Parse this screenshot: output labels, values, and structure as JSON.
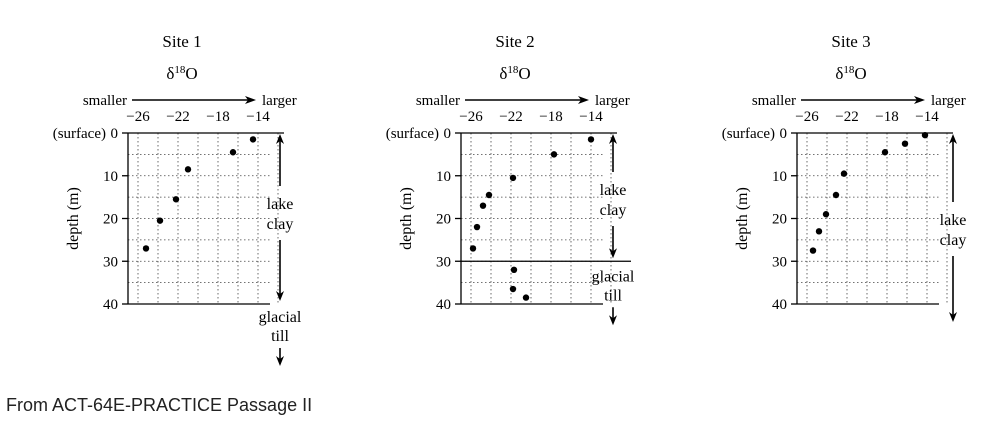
{
  "caption": "From ACT-64E-PRACTICE Passage II",
  "shared": {
    "variable_label": "δ¹⁸O",
    "smaller_label": "smaller",
    "larger_label": "larger",
    "ylabel": "depth (m)",
    "surface_label": "(surface)",
    "lake_clay_lines": [
      "lake",
      "clay"
    ],
    "glacial_till_lines": [
      "glacial",
      "till"
    ]
  },
  "chart_data": [
    {
      "type": "scatter",
      "title": "Site 1",
      "x_ticks": [
        -26,
        -22,
        -18,
        -14
      ],
      "x_tick_labels": [
        "−26",
        "−22",
        "−18",
        "−14"
      ],
      "xlim": [
        -27,
        -12
      ],
      "y_ticks": [
        0,
        10,
        20,
        30,
        40
      ],
      "ylim": [
        0,
        40
      ],
      "xlabel": "δ¹⁸O",
      "ylabel": "depth (m)",
      "points": [
        {
          "x": -14.5,
          "y": 1.5
        },
        {
          "x": -16.5,
          "y": 4.5
        },
        {
          "x": -21,
          "y": 8.5
        },
        {
          "x": -22.2,
          "y": 15.5
        },
        {
          "x": -23.8,
          "y": 20.5
        },
        {
          "x": -25.2,
          "y": 27
        }
      ],
      "lake_clay_range": [
        0,
        40
      ],
      "glacial_till_from": 40,
      "boundary_line": false
    },
    {
      "type": "scatter",
      "title": "Site 2",
      "x_ticks": [
        -26,
        -22,
        -18,
        -14
      ],
      "x_tick_labels": [
        "−26",
        "−22",
        "−18",
        "−14"
      ],
      "xlim": [
        -27,
        -12
      ],
      "y_ticks": [
        0,
        10,
        20,
        30,
        40
      ],
      "ylim": [
        0,
        40
      ],
      "xlabel": "δ¹⁸O",
      "ylabel": "depth (m)",
      "points": [
        {
          "x": -14,
          "y": 1.5
        },
        {
          "x": -17.7,
          "y": 5
        },
        {
          "x": -21.8,
          "y": 10.5
        },
        {
          "x": -24.2,
          "y": 14.5
        },
        {
          "x": -24.8,
          "y": 17
        },
        {
          "x": -25.4,
          "y": 22
        },
        {
          "x": -25.8,
          "y": 27
        },
        {
          "x": -21.7,
          "y": 32
        },
        {
          "x": -21.8,
          "y": 36.5
        },
        {
          "x": -20.5,
          "y": 38.5
        }
      ],
      "lake_clay_range": [
        0,
        30
      ],
      "glacial_till_from": 30,
      "boundary_line": true
    },
    {
      "type": "scatter",
      "title": "Site 3",
      "x_ticks": [
        -26,
        -22,
        -18,
        -14
      ],
      "x_tick_labels": [
        "−26",
        "−22",
        "−18",
        "−14"
      ],
      "xlim": [
        -27,
        -12
      ],
      "y_ticks": [
        0,
        10,
        20,
        30,
        40
      ],
      "ylim": [
        0,
        40
      ],
      "xlabel": "δ¹⁸O",
      "ylabel": "depth (m)",
      "points": [
        {
          "x": -14.2,
          "y": 0.5
        },
        {
          "x": -16.2,
          "y": 2.5
        },
        {
          "x": -18.2,
          "y": 4.5
        },
        {
          "x": -22.3,
          "y": 9.5
        },
        {
          "x": -23.1,
          "y": 14.5
        },
        {
          "x": -24.1,
          "y": 19
        },
        {
          "x": -24.8,
          "y": 23
        },
        {
          "x": -25.4,
          "y": 27.5
        }
      ],
      "lake_clay_range": [
        0,
        40
      ],
      "glacial_till_from": null,
      "boundary_line": false
    }
  ]
}
